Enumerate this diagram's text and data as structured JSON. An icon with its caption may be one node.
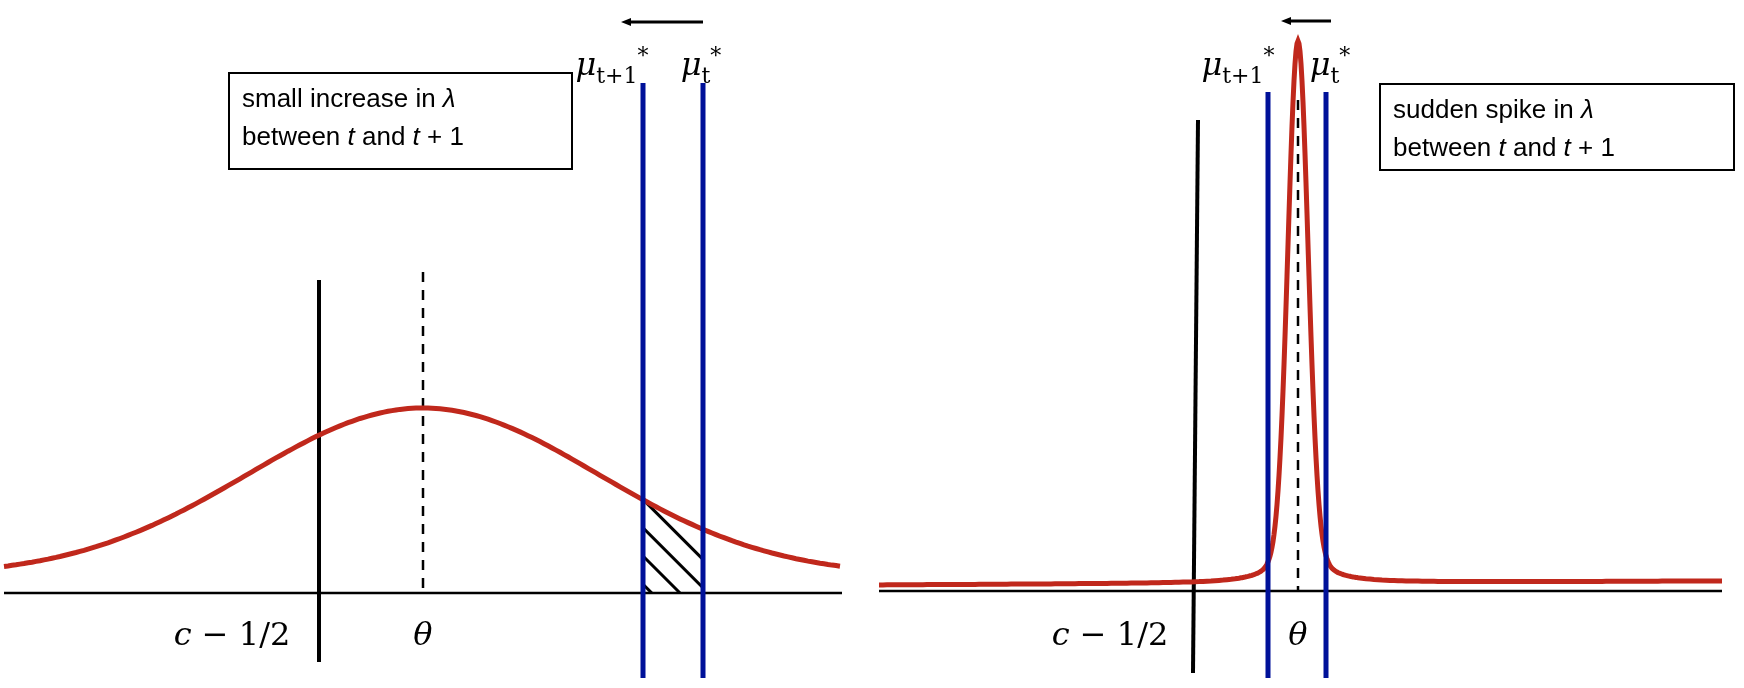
{
  "diagram": {
    "nodes": [
      {
        "text": [
          "small increase in *λ* between *t* and *t* + 1"
        ]
      },
      {
        "text": [
          "sudden spike in *λ* between *t* and *t* + 1"
        ]
      }
    ],
    "edges": [],
    "labels": [
      "*μ*$_{t+1}$$^{*}$",
      "*μ*$_{t}$$^{*}$",
      "*c* − 1/2",
      "*θ*",
      "*μ*$_{t+1}$$^{*}$",
      "*μ*$_{t}$$^{*}$",
      "*c* − 1/2",
      "*θ*"
    ]
  }
}
